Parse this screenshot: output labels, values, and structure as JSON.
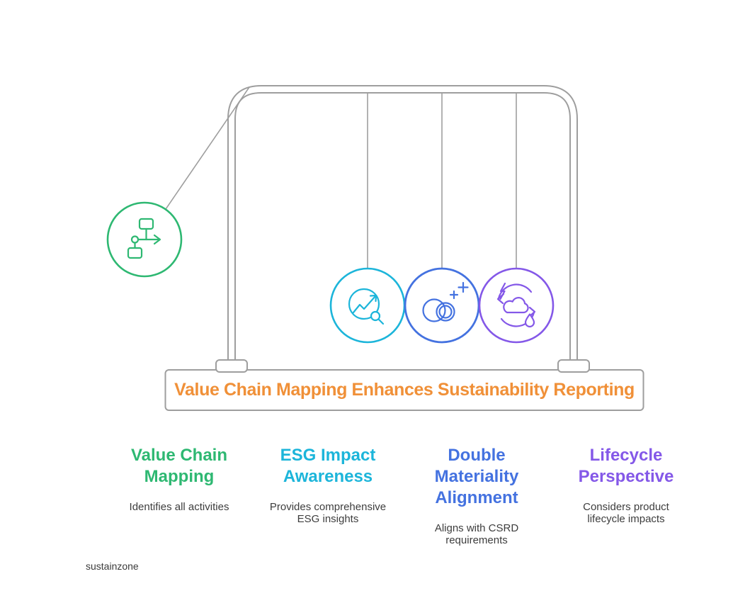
{
  "banner": {
    "title": "Value Chain Mapping Enhances Sustainability Reporting"
  },
  "columns": [
    {
      "heading": "Value Chain Mapping",
      "description": "Identifies all activities",
      "color": "#2eb872",
      "icon": "flowchart-icon"
    },
    {
      "heading": "ESG Impact Awareness",
      "description": "Provides comprehensive ESG insights",
      "color": "#1cb5da",
      "icon": "trend-magnifier-icon"
    },
    {
      "heading": "Double Materiality Alignment",
      "description": "Aligns with CSRD requirements",
      "color": "#4472e0",
      "icon": "double-circles-icon"
    },
    {
      "heading": "Lifecycle Perspective",
      "description": "Considers product lifecycle impacts",
      "color": "#8458e8",
      "icon": "lifecycle-cloud-icon"
    }
  ],
  "footer": {
    "brand": "sustainzone"
  },
  "colors": {
    "frame": "#9e9e9e",
    "string": "#9e9e9e",
    "banner_border": "#9e9e9e",
    "banner_text": "#f09038",
    "subtext": "#3d3d3d"
  }
}
